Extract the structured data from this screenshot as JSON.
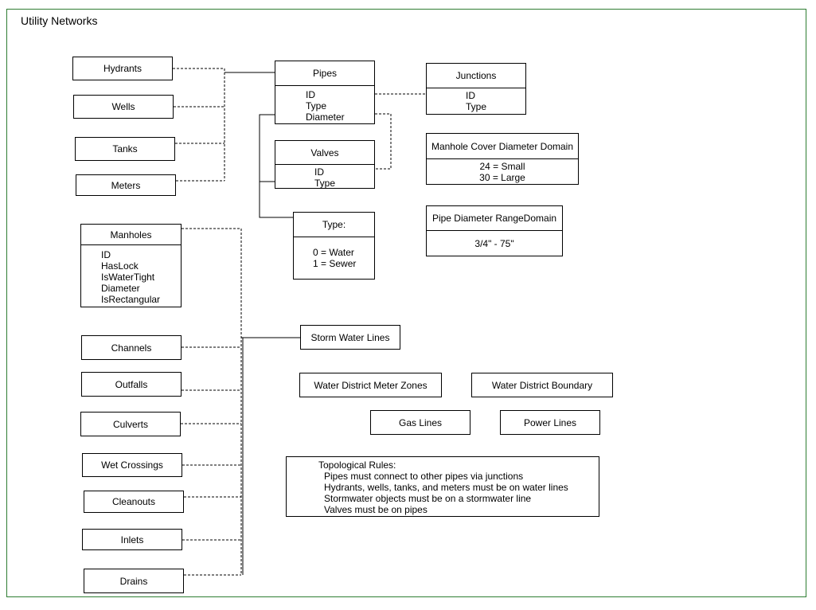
{
  "title": "Utility Networks",
  "water_features": [
    "Hydrants",
    "Wells",
    "Tanks",
    "Meters"
  ],
  "pipes": {
    "header": "Pipes",
    "attributes": [
      "ID",
      "Type",
      "Diameter"
    ]
  },
  "junctions": {
    "header": "Junctions",
    "attributes": [
      "ID",
      "Type"
    ]
  },
  "valves": {
    "header": "Valves",
    "attributes": [
      "ID",
      "Type"
    ]
  },
  "type_domain": {
    "header": "Type:",
    "values": [
      "0 = Water",
      "1 = Sewer"
    ]
  },
  "manhole_domain": {
    "header": "Manhole Cover Diameter Domain",
    "values": [
      "24 = Small",
      "30 = Large"
    ]
  },
  "pipe_range_domain": {
    "header": "Pipe Diameter RangeDomain",
    "values": [
      "3/4\" - 75\""
    ]
  },
  "manholes": {
    "header": "Manholes",
    "attributes": [
      "ID",
      "HasLock",
      "IsWaterTight",
      "Diameter",
      "IsRectangular"
    ]
  },
  "storm_features": [
    "Channels",
    "Outfalls",
    "Culverts",
    "Wet Crossings",
    "Cleanouts",
    "Inlets",
    "Drains"
  ],
  "storm_water_lines": "Storm Water Lines",
  "other_layers": {
    "meter_zones": "Water District Meter Zones",
    "boundary": "Water District Boundary",
    "gas_lines": "Gas Lines",
    "power_lines": "Power Lines"
  },
  "rules": {
    "header": "Topological Rules:",
    "items": [
      "Pipes must connect to other pipes via junctions",
      "Hydrants, wells, tanks, and meters must be on water lines",
      "Stormwater objects must be on a stormwater line",
      "Valves must be on pipes"
    ]
  },
  "colors": {
    "frame": "#2e7d32",
    "lines": "#000000"
  }
}
